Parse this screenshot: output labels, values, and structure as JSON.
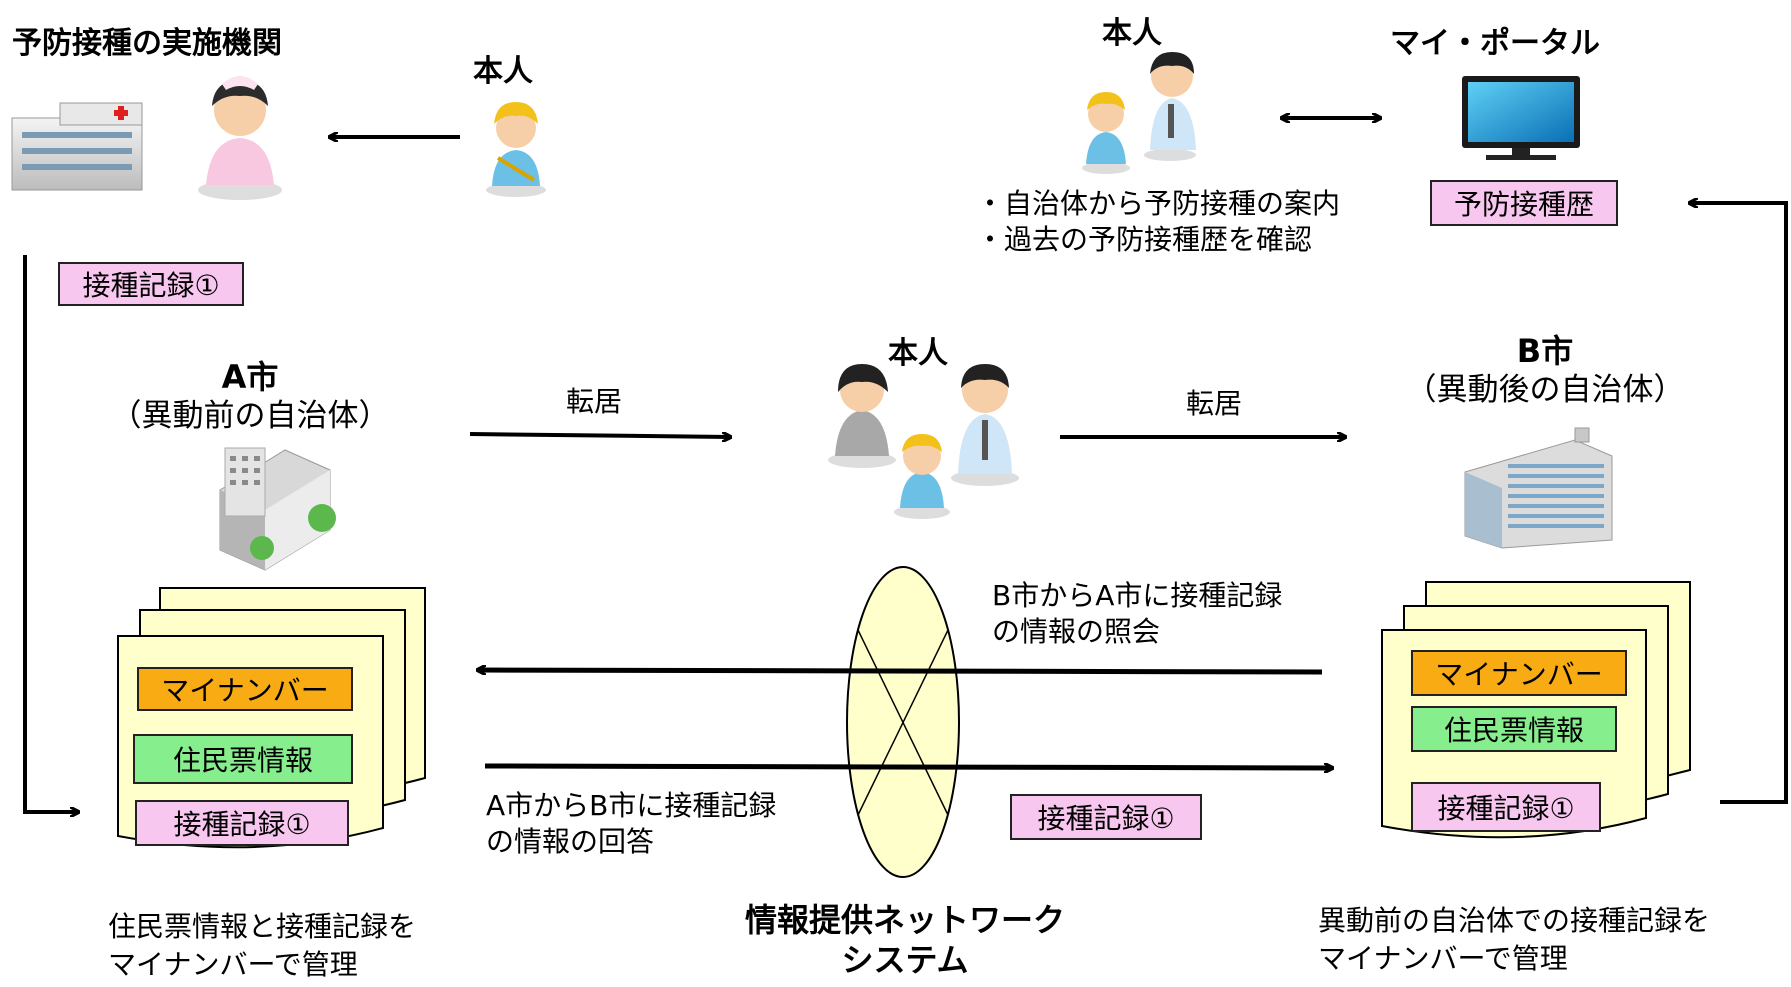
{
  "top_left": {
    "facility_title": "予防接種の実施機関",
    "person_label": "本人",
    "record_tag": "接種記録①"
  },
  "top_right": {
    "person_label": "本人",
    "portal_title": "マイ・ポータル",
    "history_tag": "予防接種歴",
    "bullets": [
      "・自治体から予防接種の案内",
      "・過去の予防接種歴を確認"
    ]
  },
  "middle": {
    "a_city_name": "A市",
    "a_city_sub": "（異動前の自治体）",
    "person_label": "本人",
    "move_label_left": "転居",
    "move_label_right": "転居",
    "b_city_name": "B市",
    "b_city_sub": "（異動後の自治体）"
  },
  "a_docs": {
    "mynumber": "マイナンバー",
    "resident": "住民票情報",
    "record": "接種記録①",
    "caption_lines": [
      "住民票情報と接種記録を",
      "マイナンバーで管理"
    ]
  },
  "b_docs": {
    "mynumber": "マイナンバー",
    "resident": "住民票情報",
    "record": "接種記録①",
    "caption_lines": [
      "異動前の自治体での接種記録を",
      "マイナンバーで管理"
    ]
  },
  "exchange": {
    "query_lines": [
      "B市からA市に接種記録",
      "の情報の照会"
    ],
    "reply_lines": [
      "A市からB市に接種記録",
      "の情報の回答"
    ],
    "record_tag": "接種記録①",
    "network_lines": [
      "情報提供ネットワーク",
      "システム"
    ]
  },
  "colors": {
    "pink": "#f8c7ef",
    "orange": "#f9ab13",
    "green": "#86ee8c",
    "doc_yellow": "#ffffcc",
    "network_ellipse": "#ffffcc"
  },
  "icons": [
    "hospital-icon",
    "nurse-icon",
    "child-icon",
    "parent-child-icon",
    "monitor-icon",
    "family-icon",
    "office-building-icon",
    "city-hall-icon",
    "document-stack-icon",
    "network-ellipse-icon"
  ]
}
